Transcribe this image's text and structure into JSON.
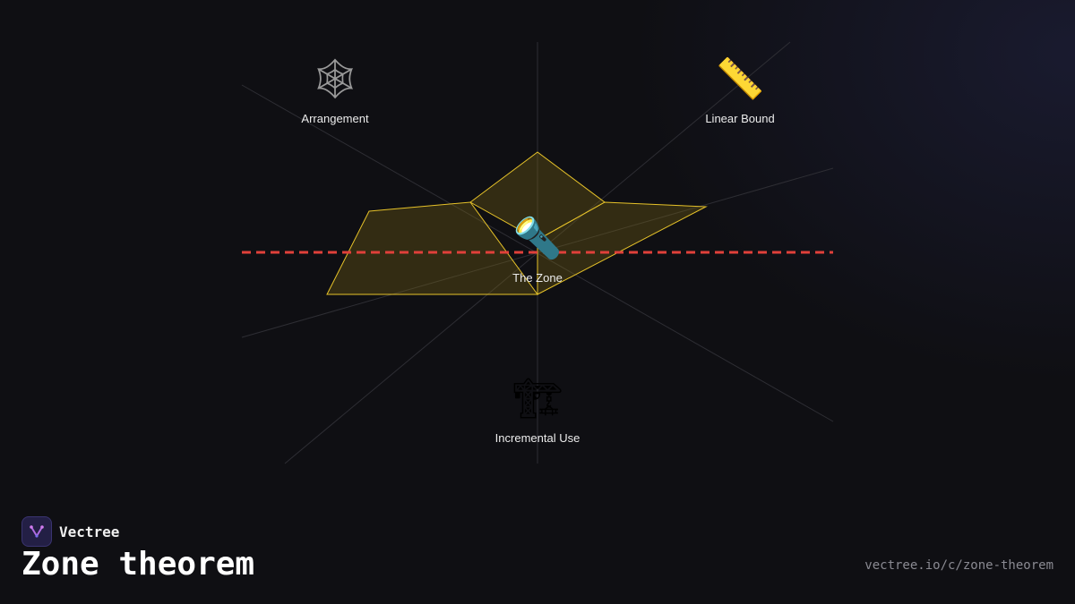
{
  "diagram": {
    "nodes": [
      {
        "id": "arrangement",
        "label": "Arrangement",
        "icon": "spider-web-icon",
        "glyph": "🕸"
      },
      {
        "id": "linear-bound",
        "label": "Linear Bound",
        "icon": "ruler-icon",
        "glyph": "📏"
      },
      {
        "id": "zone",
        "label": "The Zone",
        "icon": "flashlight-icon",
        "glyph": "🔦"
      },
      {
        "id": "incremental-use",
        "label": "Incremental Use",
        "icon": "crane-icon",
        "glyph": "🏗"
      }
    ],
    "colors": {
      "zone_fill": "#3a3214",
      "zone_stroke": "#e6c229",
      "dashed_line": "#e0403a",
      "faint_lines": "#3a3a40"
    }
  },
  "brand": {
    "name": "Vectree",
    "logo_icon": "vectree-logo-icon"
  },
  "title": "Zone theorem",
  "url": "vectree.io/c/zone-theorem"
}
